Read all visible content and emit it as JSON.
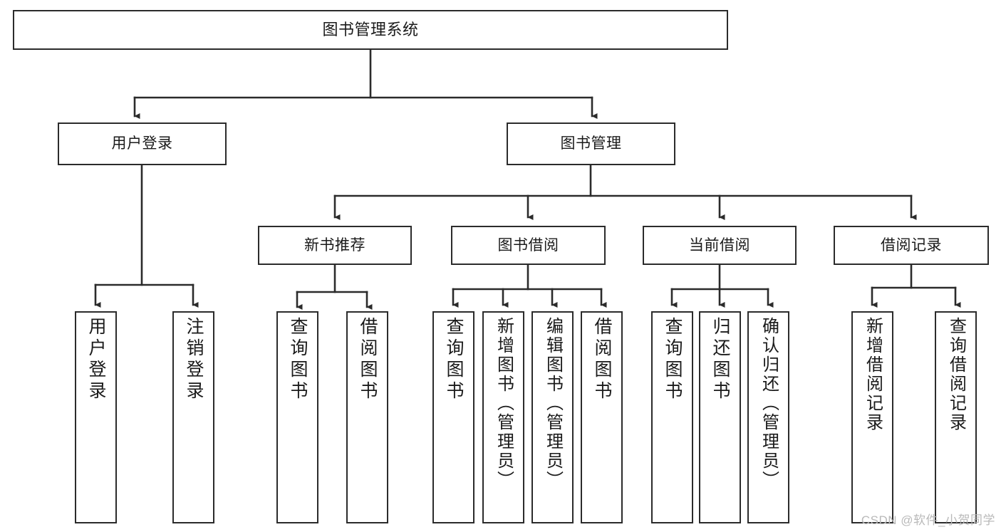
{
  "diagram": {
    "title": "图书管理系统",
    "type": "tree-hierarchy",
    "watermark": "CSDN @软件_小贺同学",
    "colors": {
      "box_border": "#2b2b2b",
      "box_fill": "#ffffff",
      "edge": "#2b2b2b",
      "text": "#1a1a1a",
      "watermark": "#b9b9b9"
    }
  },
  "nodes": {
    "root": {
      "label": "图书管理系统"
    },
    "level2": [
      {
        "id": "user-login",
        "label": "用户登录"
      },
      {
        "id": "book-manage",
        "label": "图书管理"
      }
    ],
    "level3": [
      {
        "id": "new-book-recommend",
        "label": "新书推荐"
      },
      {
        "id": "book-borrow",
        "label": "图书借阅"
      },
      {
        "id": "current-borrow",
        "label": "当前借阅"
      },
      {
        "id": "borrow-record",
        "label": "借阅记录"
      }
    ],
    "leaves": {
      "user_login": [
        {
          "id": "leaf-user-login",
          "label": "用户登录"
        },
        {
          "id": "leaf-logout-login",
          "label": "注销登录"
        }
      ],
      "new_book_recommend": [
        {
          "id": "leaf-query-book-1",
          "label": "查询图书"
        },
        {
          "id": "leaf-borrow-book-1",
          "label": "借阅图书"
        }
      ],
      "book_borrow": [
        {
          "id": "leaf-query-book-2",
          "label": "查询图书"
        },
        {
          "id": "leaf-add-book-admin",
          "label": "新增图书（管理员）"
        },
        {
          "id": "leaf-edit-book-admin",
          "label": "编辑图书（管理员）"
        },
        {
          "id": "leaf-borrow-book-2",
          "label": "借阅图书"
        }
      ],
      "current_borrow": [
        {
          "id": "leaf-query-book-3",
          "label": "查询图书"
        },
        {
          "id": "leaf-return-book",
          "label": "归还图书"
        },
        {
          "id": "leaf-confirm-return-admin",
          "label": "确认归还（管理员）"
        }
      ],
      "borrow_record": [
        {
          "id": "leaf-add-borrow-record",
          "label": "新增借阅记录"
        },
        {
          "id": "leaf-query-borrow-record",
          "label": "查询借阅记录"
        }
      ]
    }
  }
}
